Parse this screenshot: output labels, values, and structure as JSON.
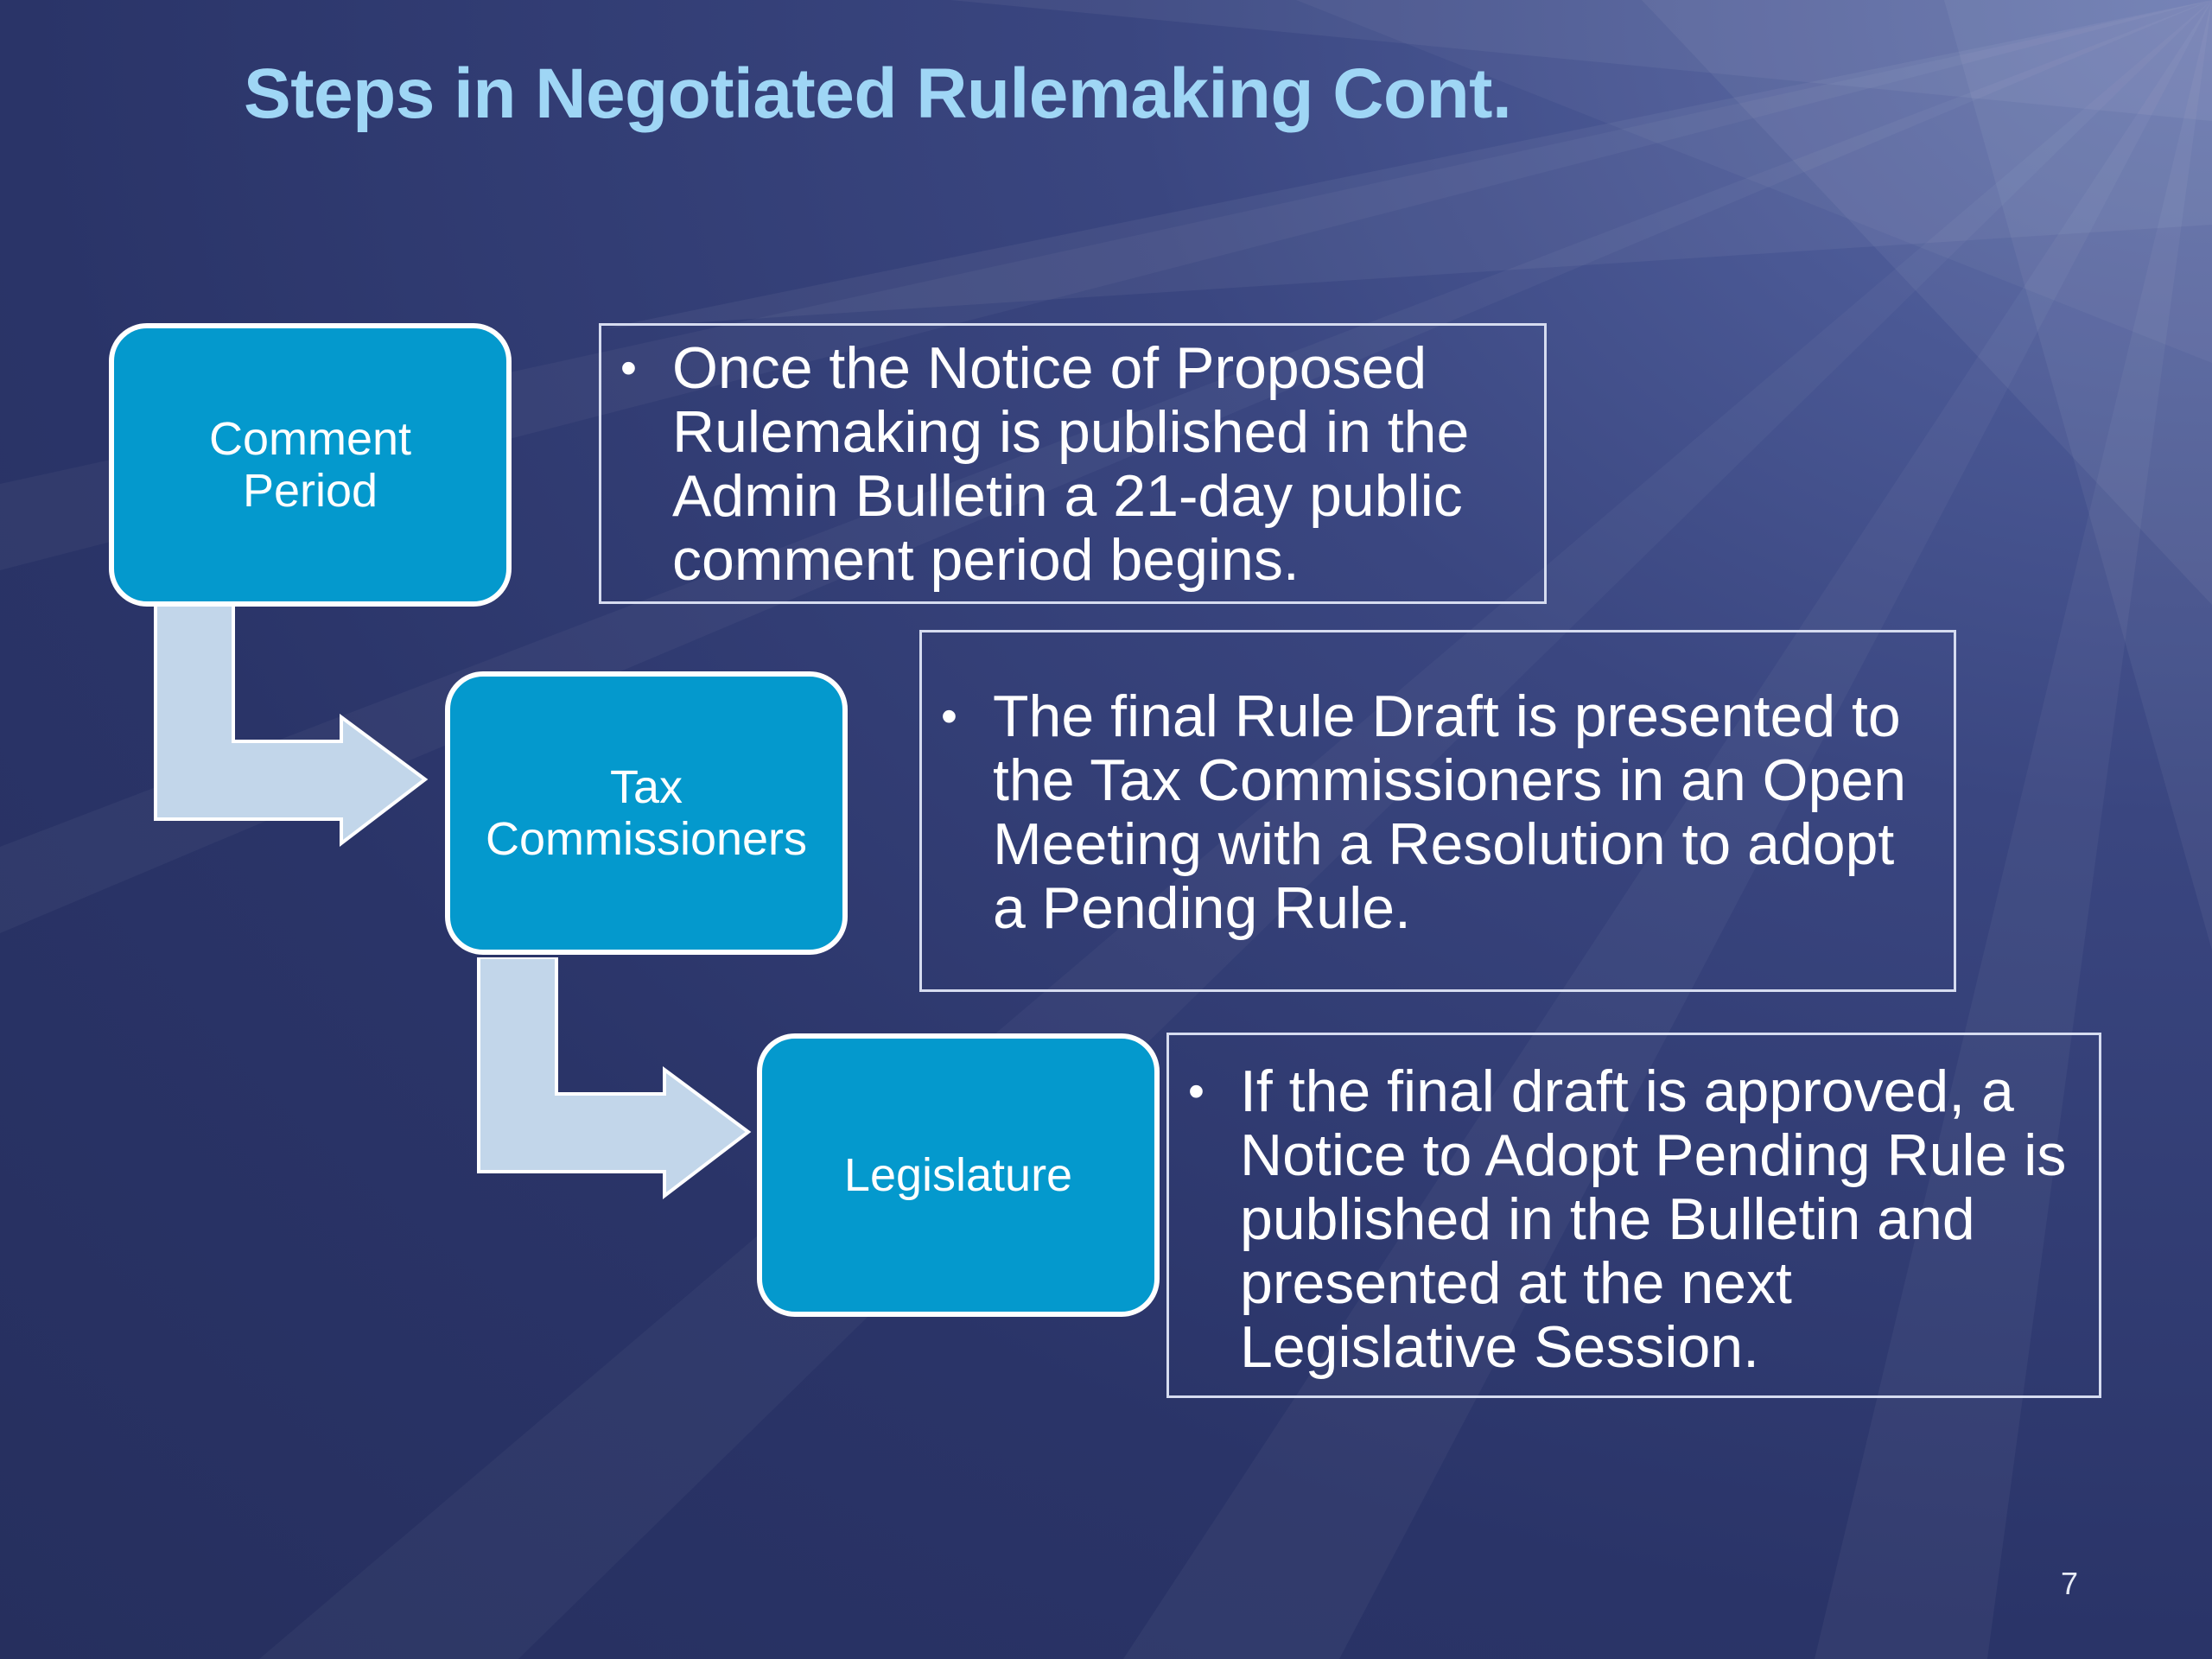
{
  "slide": {
    "title": "Steps in Negotiated Rulemaking Cont.",
    "page_number": "7"
  },
  "steps": [
    {
      "label": "Comment\nPeriod",
      "description": "Once the Notice of Proposed Rulemaking is published in the Admin Bulletin a 21-day public comment period begins."
    },
    {
      "label": "Tax\nCommissioners",
      "description": "The final Rule Draft is presented to the Tax Commissioners in an Open Meeting with a Resolution to adopt a Pending Rule."
    },
    {
      "label": "Legislature",
      "description": "If the final draft is approved, a Notice to Adopt Pending Rule is published in the Bulletin and presented at the next Legislative Session."
    }
  ],
  "colors": {
    "step_box": "#0499cd",
    "connector_arrow": "#c2d6ea",
    "title": "#9fd6f5"
  }
}
